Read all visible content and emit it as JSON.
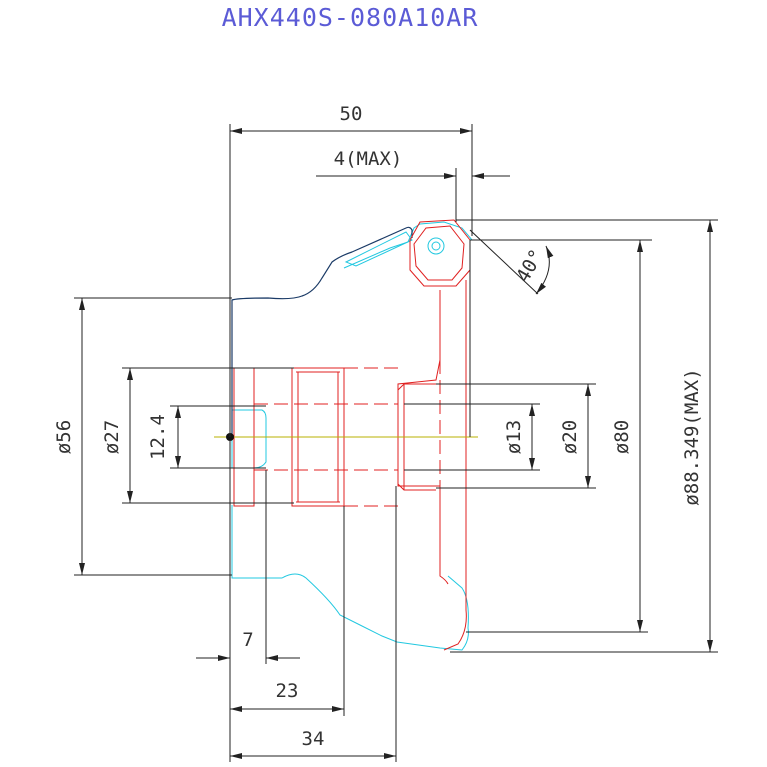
{
  "title": "AHX440S-080A10AR",
  "colors": {
    "title": "#5b5bd6",
    "dimension": "#222222",
    "holder": "#e02020",
    "insert": "#22c8e0",
    "body": "#1a3a66"
  },
  "dimensions": {
    "overall_length": "50",
    "overhang_max": "4(MAX)",
    "angle": "40°",
    "dia_56": "ø56",
    "dia_27": "ø27",
    "dia_12_4": "12.4",
    "dia_13": "ø13",
    "dia_20": "ø20",
    "dia_80": "ø80",
    "dia_max": "ø88.349(MAX)",
    "len_7": "7",
    "len_23": "23",
    "len_34": "34"
  }
}
